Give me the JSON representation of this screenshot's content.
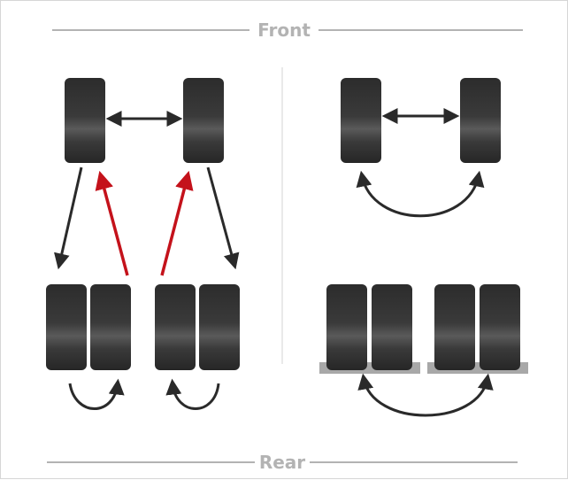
{
  "labels": {
    "front": "Front",
    "rear": "Rear"
  },
  "colors": {
    "tire_dark": "#2b2b2b",
    "tire_mid": "#555555",
    "arrow_dark": "#2a2a2a",
    "arrow_red": "#c4121b",
    "guide_line": "#9a9a9a",
    "platform": "#a8a8a8",
    "label": "#b3b3b3"
  },
  "icons": [
    "tire-icon",
    "arrow-icon",
    "dual-tire-icon",
    "platform-bar"
  ]
}
